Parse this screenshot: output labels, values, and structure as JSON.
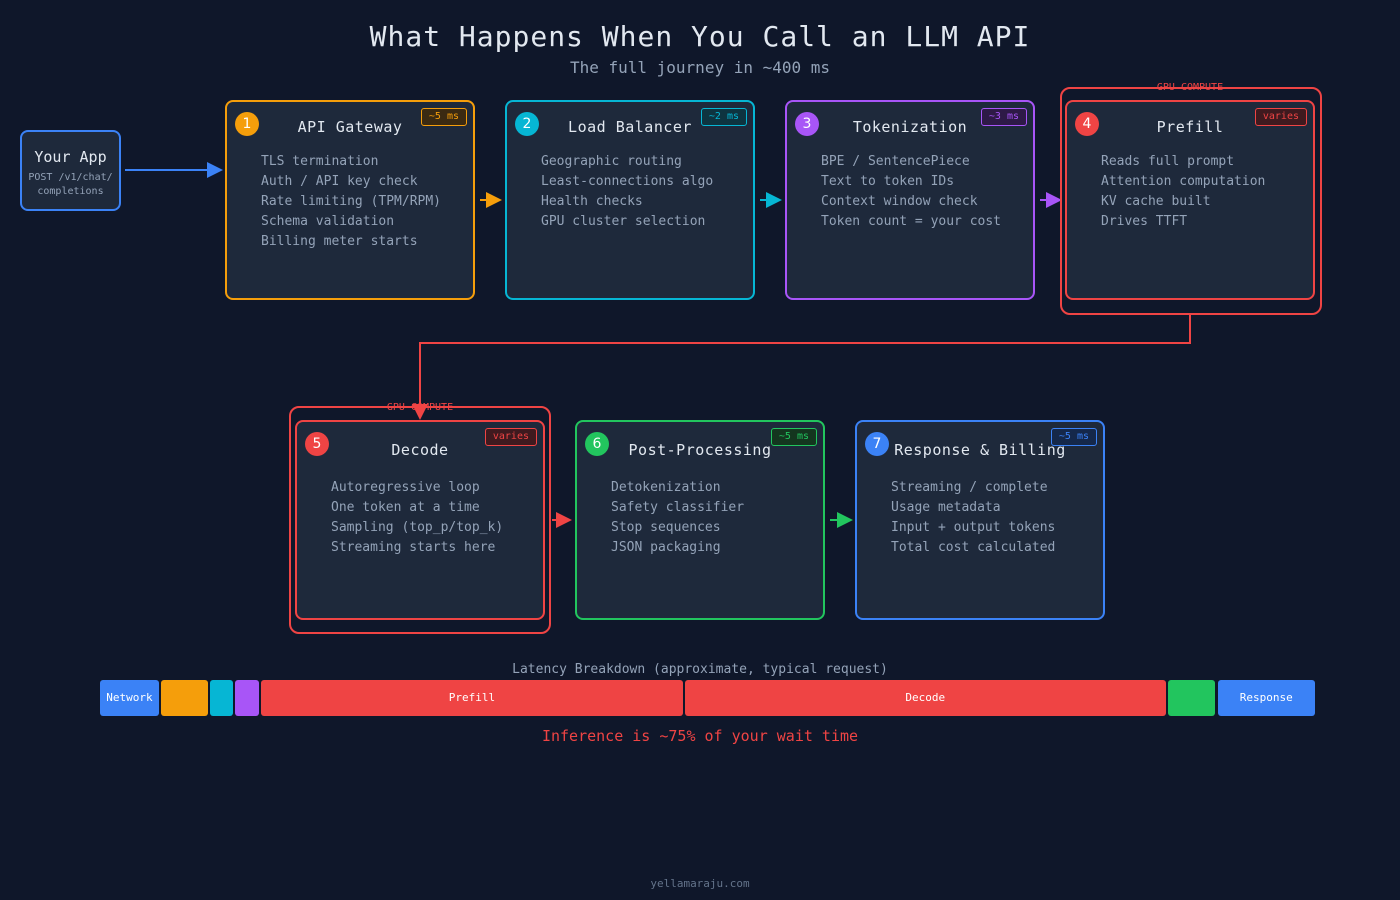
{
  "title": "What Happens When You Call an LLM API",
  "subtitle": "The full journey in ~400 ms",
  "your_app": {
    "title": "Your App",
    "line1": "POST /v1/chat/",
    "line2": "completions"
  },
  "gpu_label": "GPU COMPUTE",
  "colors": {
    "orange": "#f59e0b",
    "cyan": "#06b6d4",
    "purple": "#a855f7",
    "red": "#ef4444",
    "green": "#22c55e",
    "blue": "#3b82f6"
  },
  "stages": [
    {
      "num": "1",
      "title": "API Gateway",
      "badge": "~5 ms",
      "color": "#f59e0b",
      "lines": [
        "TLS termination",
        "Auth / API key check",
        "Rate limiting (TPM/RPM)",
        "Schema validation",
        "Billing meter starts"
      ]
    },
    {
      "num": "2",
      "title": "Load Balancer",
      "badge": "~2 ms",
      "color": "#06b6d4",
      "lines": [
        "Geographic routing",
        "Least-connections algo",
        "Health checks",
        "GPU cluster selection"
      ]
    },
    {
      "num": "3",
      "title": "Tokenization",
      "badge": "~3 ms",
      "color": "#a855f7",
      "lines": [
        "BPE / SentencePiece",
        "Text to token IDs",
        "Context window check",
        "Token count = your cost"
      ]
    },
    {
      "num": "4",
      "title": "Prefill",
      "badge": "varies",
      "color": "#ef4444",
      "lines": [
        "Reads full prompt",
        "Attention computation",
        "KV cache built",
        "Drives TTFT"
      ]
    },
    {
      "num": "5",
      "title": "Decode",
      "badge": "varies",
      "color": "#ef4444",
      "lines": [
        "Autoregressive loop",
        "One token at a time",
        "Sampling (top_p/top_k)",
        "Streaming starts here"
      ]
    },
    {
      "num": "6",
      "title": "Post-Processing",
      "badge": "~5 ms",
      "color": "#22c55e",
      "lines": [
        "Detokenization",
        "Safety classifier",
        "Stop sequences",
        "JSON packaging"
      ]
    },
    {
      "num": "7",
      "title": "Response & Billing",
      "badge": "~5 ms",
      "color": "#3b82f6",
      "lines": [
        "Streaming / complete",
        "Usage metadata",
        "Input + output tokens",
        "Total cost calculated"
      ]
    }
  ],
  "latency": {
    "title": "Latency Breakdown (approximate, typical request)",
    "segments": [
      {
        "label": "Network",
        "color": "#3b82f6",
        "share": 5.0
      },
      {
        "label": "",
        "color": "#f59e0b",
        "share": 4.0
      },
      {
        "label": "",
        "color": "#06b6d4",
        "share": 2.1
      },
      {
        "label": "",
        "color": "#a855f7",
        "share": 2.1
      },
      {
        "label": "Prefill",
        "color": "#ef4444",
        "share": 34.8
      },
      {
        "label": "Decode",
        "color": "#ef4444",
        "share": 39.6
      },
      {
        "label": "",
        "color": "#22c55e",
        "share": 4.1
      },
      {
        "label": "Response",
        "color": "#3b82f6",
        "share": 8.0
      }
    ],
    "insight": "Inference is ~75% of your wait time"
  },
  "footer": "yellamaraju.com"
}
